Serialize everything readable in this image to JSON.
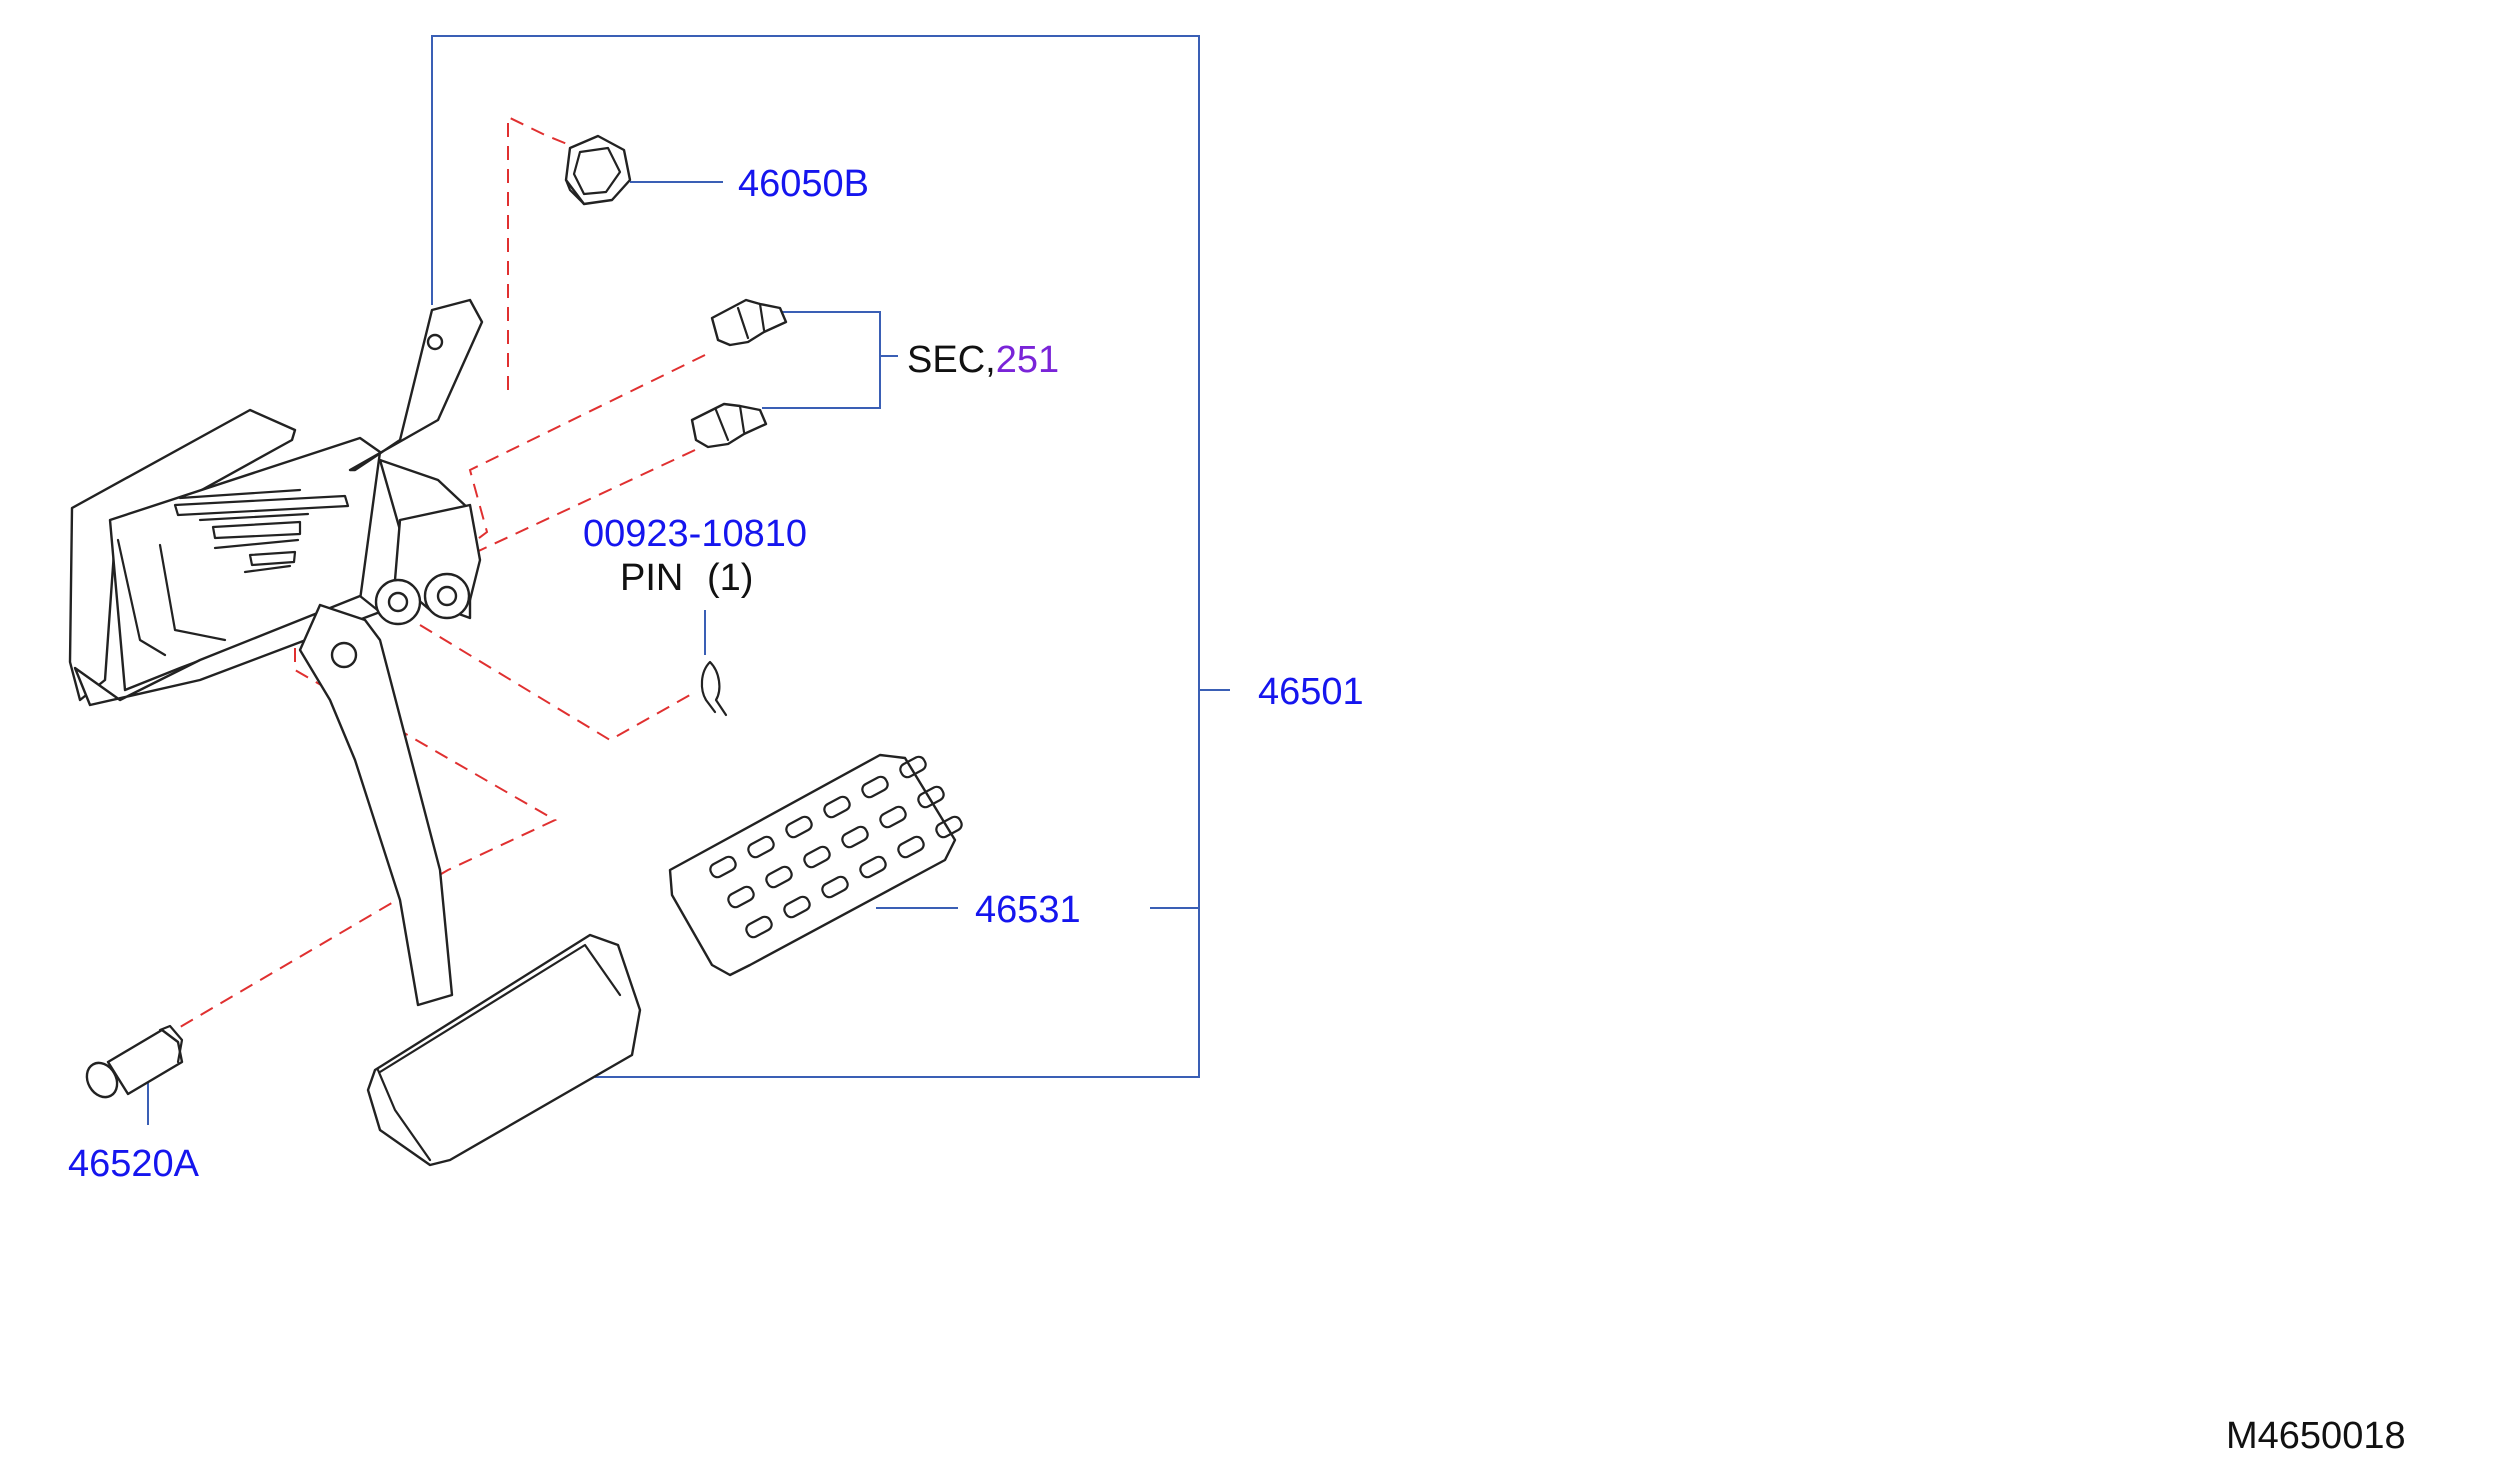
{
  "labels": {
    "nut": "46050B",
    "sec_prefix": "SEC,",
    "sec_number": "251",
    "pin_part": "00923-10810",
    "pin_text": "PIN",
    "pin_qty": "(1)",
    "assembly": "46501",
    "pad": "46531",
    "clevis_pin": "46520A",
    "diagram_id": "M4650018"
  },
  "colors": {
    "part_number": "#1515ee",
    "reference": "#7a24d8",
    "leader": "#3a5fb5",
    "dashed_guide": "#e03030",
    "drawing": "#222222"
  }
}
